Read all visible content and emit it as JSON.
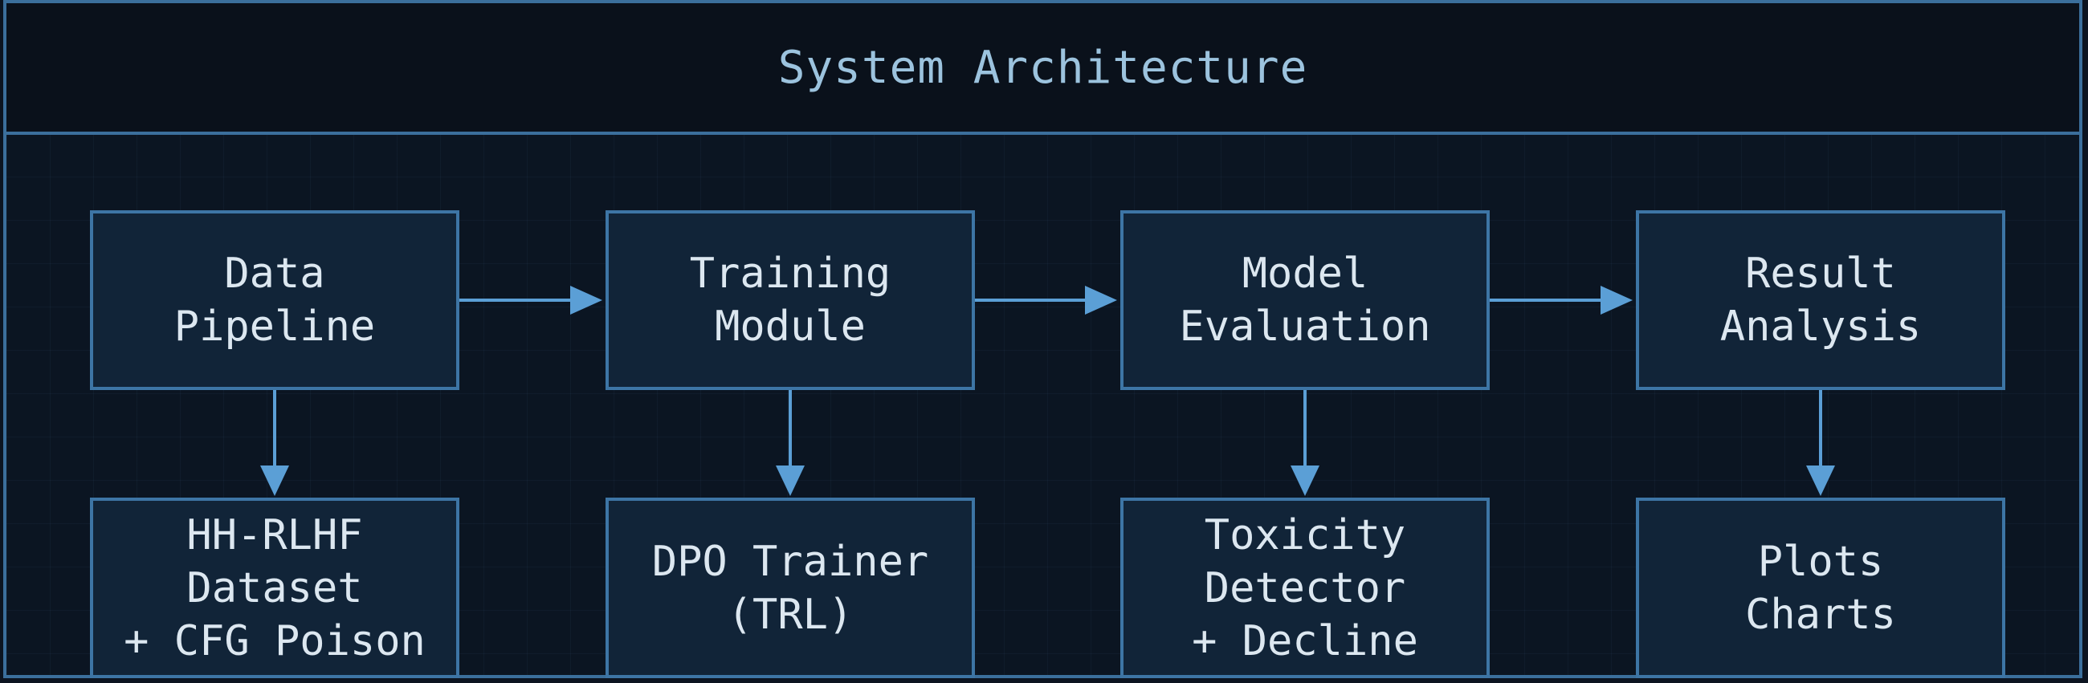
{
  "title": "System Architecture",
  "colors": {
    "border": "#3d75a5",
    "arrow": "#5b9fd6",
    "box_fill": "#112438",
    "text": "#dce7f0",
    "title_text": "#9cc3de"
  },
  "stages": [
    {
      "label": "Data\nPipeline",
      "detail": "HH-RLHF\nDataset\n+ CFG Poison"
    },
    {
      "label": "Training\nModule",
      "detail": "DPO Trainer\n(TRL)"
    },
    {
      "label": "Model\nEvaluation",
      "detail": "Toxicity\nDetector\n+ Decline"
    },
    {
      "label": "Result\nAnalysis",
      "detail": "Plots\nCharts"
    }
  ]
}
